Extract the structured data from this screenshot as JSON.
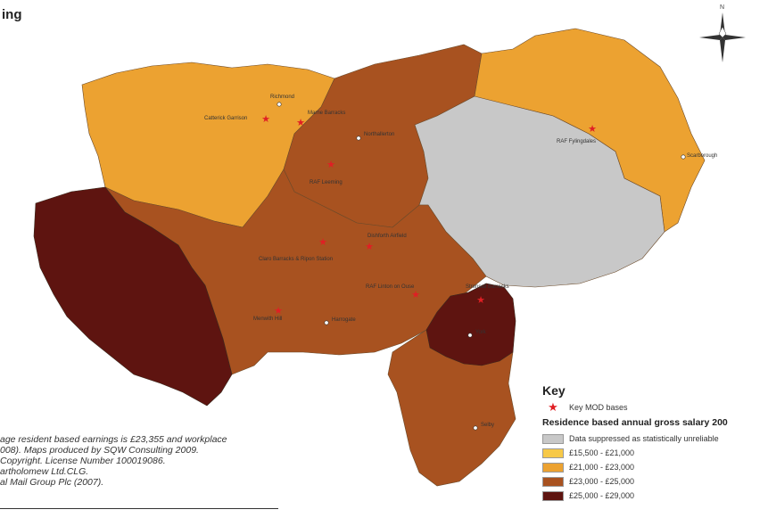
{
  "title": "ing",
  "notes": [
    "age resident based earnings is £23,355 and workplace",
    "008). Maps produced by SQW Consulting 2009.",
    "Copyright. License Number 100019086.",
    "artholomew Ltd.CLG.",
    "al Mail Group Plc (2007)."
  ],
  "compass": {
    "label": "N"
  },
  "key": {
    "title": "Key",
    "base_marker_label": "Key MOD bases",
    "legend_heading": "Residence based annual gross salary 200",
    "legend_items": [
      {
        "label": "Data suppressed as statistically unreliable",
        "color": "#c8c8c8"
      },
      {
        "label": "£15,500 - £21,000",
        "color": "#f7c948"
      },
      {
        "label": "£21,000 - £23,000",
        "color": "#eca231"
      },
      {
        "label": "£23,000 - £25,000",
        "color": "#a85220"
      },
      {
        "label": "£25,000 - £29,000",
        "color": "#5e1410"
      }
    ]
  },
  "map": {
    "towns": [
      {
        "name": "Richmond"
      },
      {
        "name": "Northallerton"
      },
      {
        "name": "Harrogate"
      },
      {
        "name": "York"
      },
      {
        "name": "Selby"
      },
      {
        "name": "Scarborough"
      }
    ],
    "bases": [
      {
        "name": "Catterick Garrison"
      },
      {
        "name": "Marne Barracks"
      },
      {
        "name": "RAF Leeming"
      },
      {
        "name": "RAF Fylingdales"
      },
      {
        "name": "Dishforth Airfield"
      },
      {
        "name": "Claro Barracks & Ripon Station"
      },
      {
        "name": "RAF Linton on Ouse"
      },
      {
        "name": "Menwith Hill"
      },
      {
        "name": "Strensall Barracks"
      }
    ]
  },
  "colors": {
    "band_suppressed": "#c8c8c8",
    "band_21_23": "#eca231",
    "band_23_25": "#a85220",
    "band_25_29": "#5e1410",
    "star": "#e01f24"
  }
}
